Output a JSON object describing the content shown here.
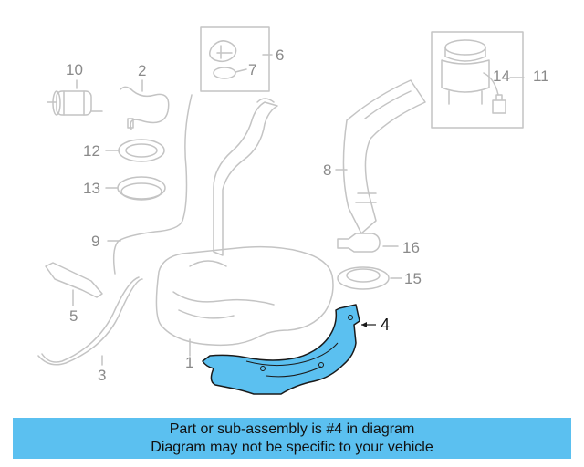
{
  "callouts": {
    "c1": "1",
    "c2": "2",
    "c3": "3",
    "c4": "4",
    "c5": "5",
    "c6": "6",
    "c7": "7",
    "c8": "8",
    "c9": "9",
    "c10": "10",
    "c11": "11",
    "c12": "12",
    "c13": "13",
    "c14": "14",
    "c15": "15",
    "c16": "16"
  },
  "highlight_color": "#5bc0f0",
  "part_line_color": "#c4c4c4",
  "banner": {
    "line1": "Part or sub-assembly is #4 in diagram",
    "line2": "Diagram may not be specific to your vehicle"
  }
}
